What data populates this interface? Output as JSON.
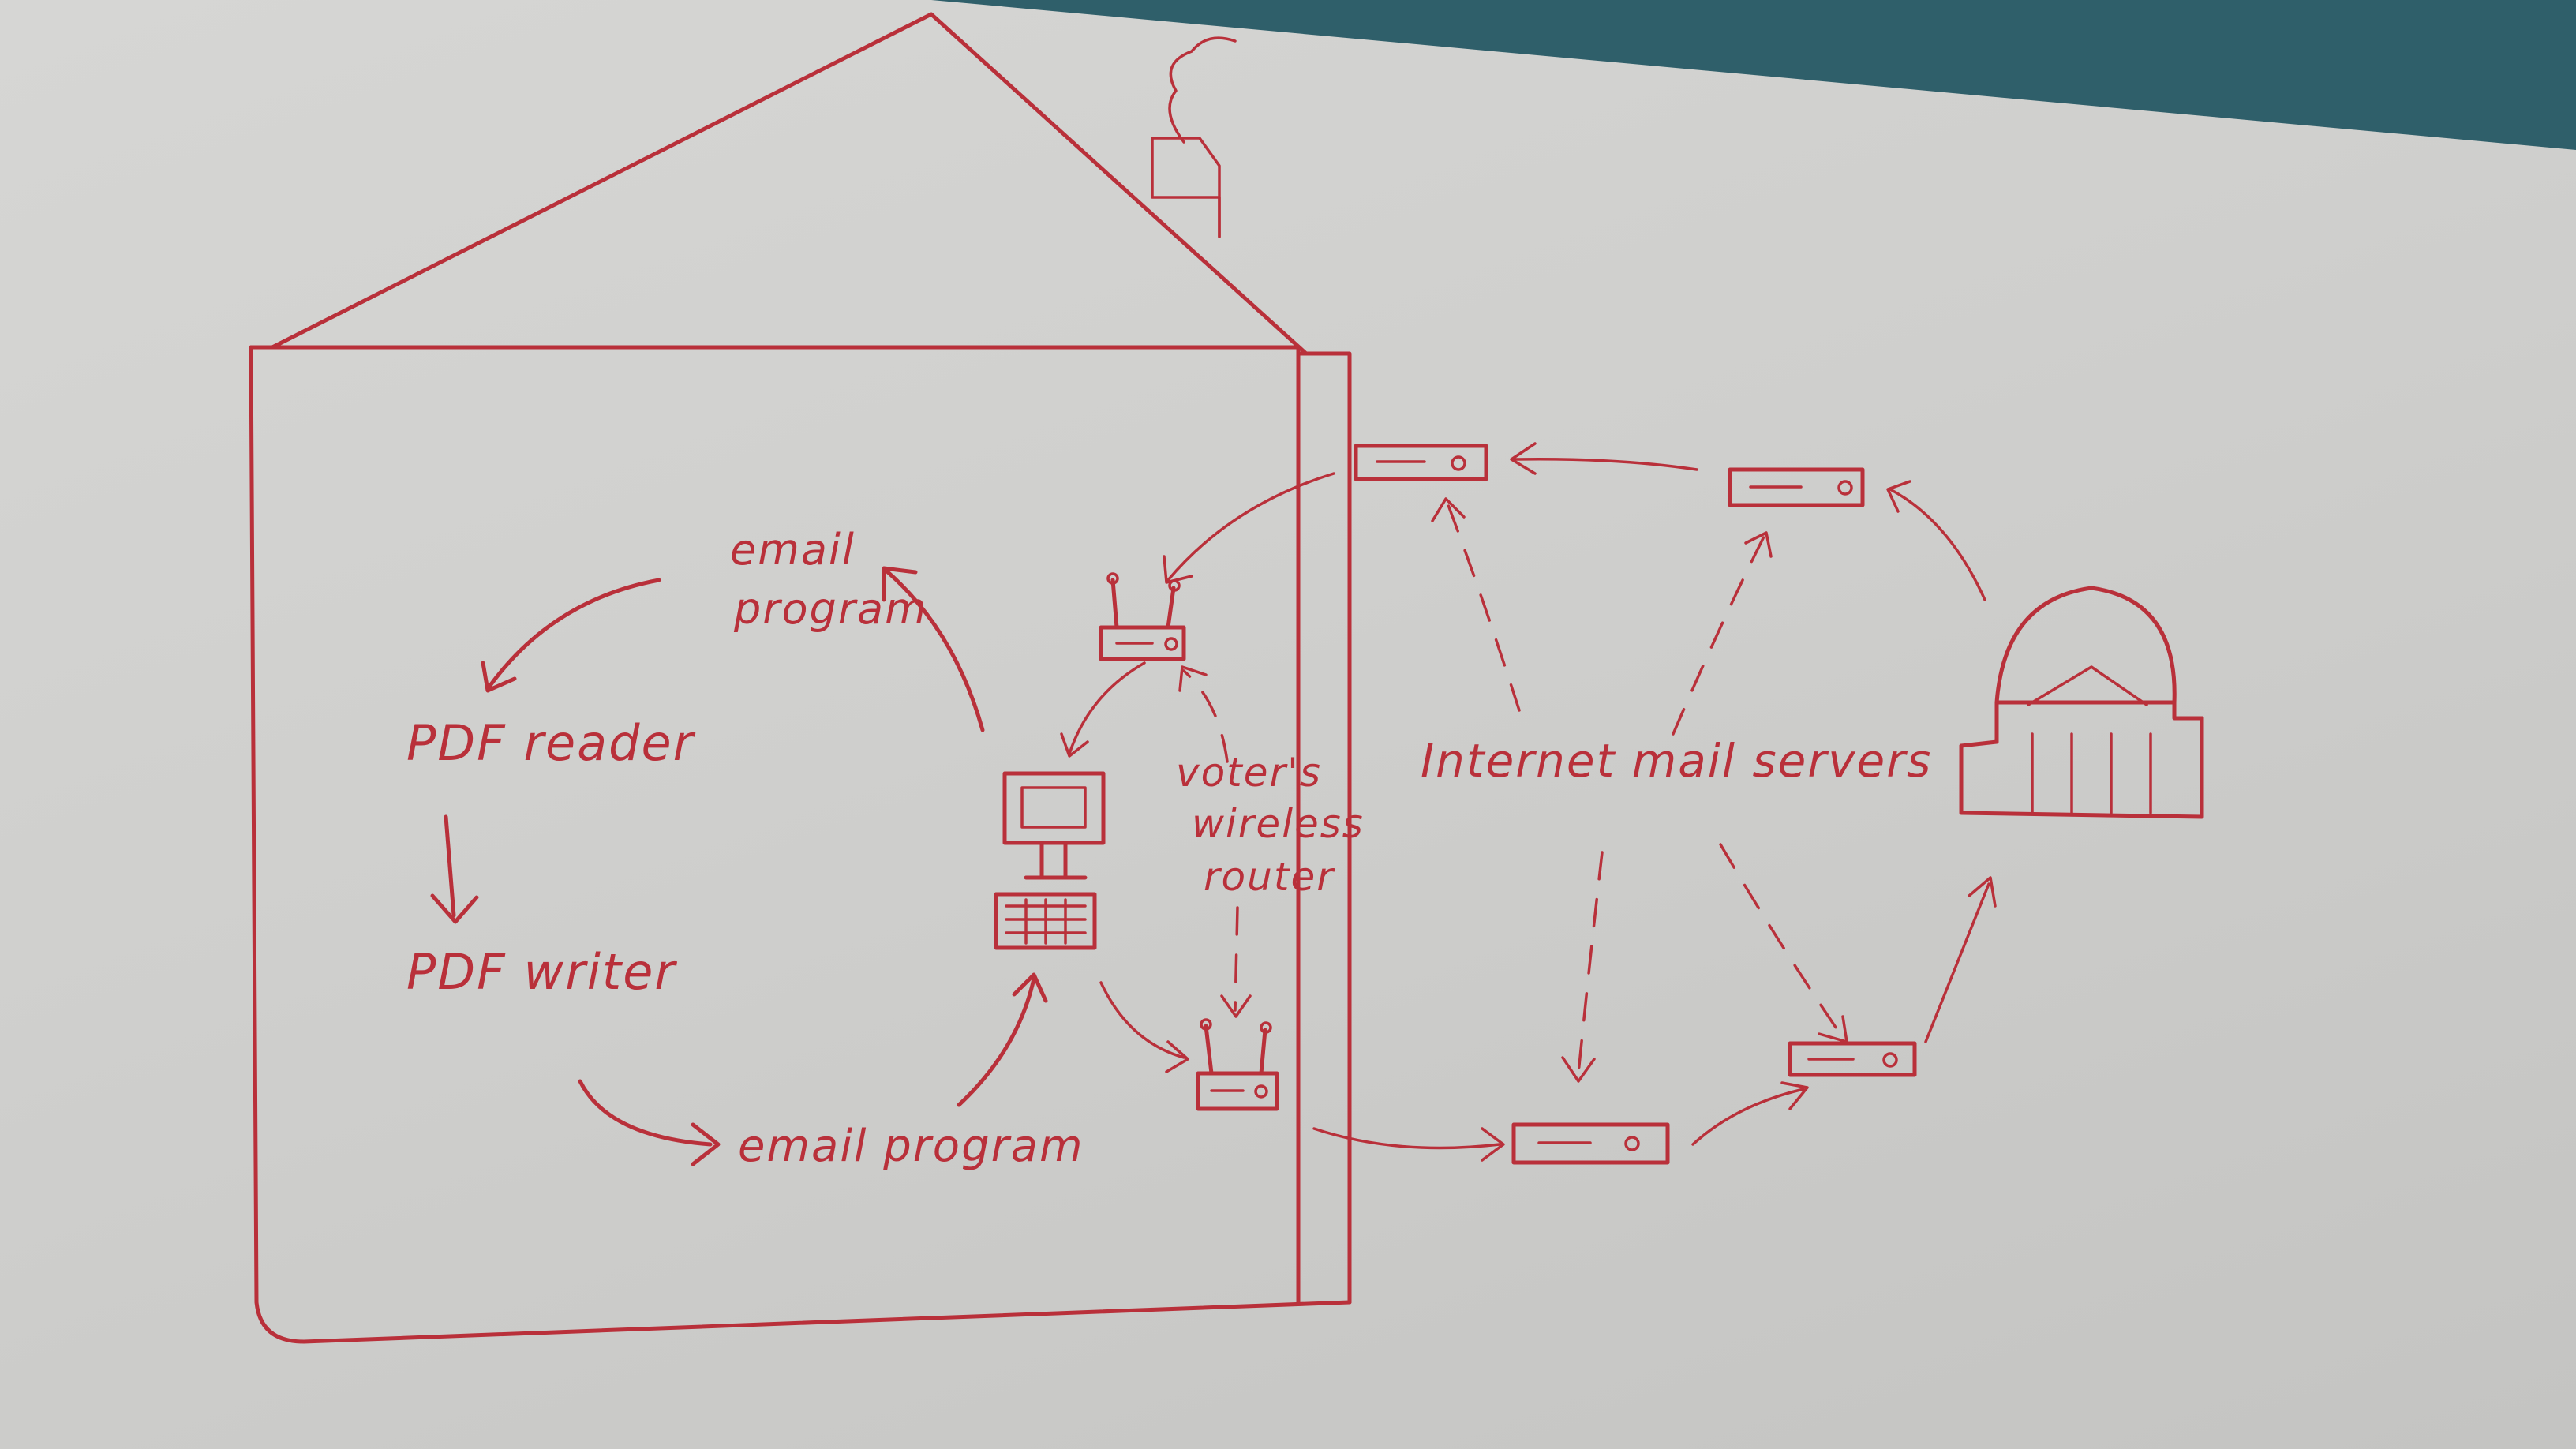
{
  "board": {
    "ink_color": "#b9303a",
    "wall_color": "#cfcfcc",
    "backdrop_color": "#2f5f6a"
  },
  "labels": {
    "email_program_top_line1": "email",
    "email_program_top_line2": "program",
    "pdf_reader": "PDF reader",
    "pdf_writer": "PDF writer",
    "email_program_bottom": "email program",
    "router_label_line1": "voter's",
    "router_label_line2": "wireless",
    "router_label_line3": "router",
    "internet_mail_servers": "Internet mail servers"
  }
}
